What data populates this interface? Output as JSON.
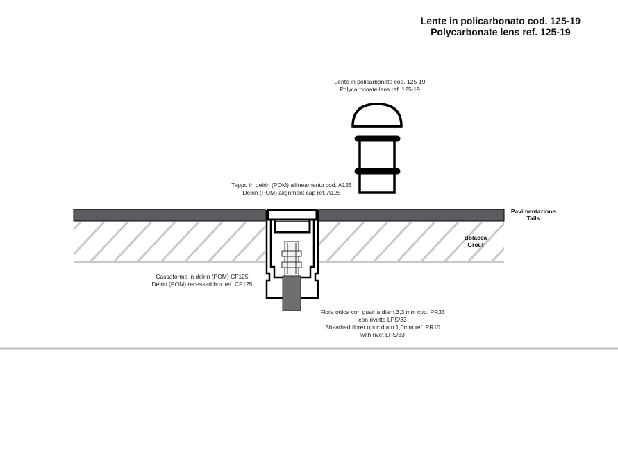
{
  "title": {
    "line1": "Lente in policarbonato cod. 125-19",
    "line2": "Polycarbonate lens ref. 125-19"
  },
  "labels": {
    "lens": {
      "line1": "Lente in policarbonato cod. 125-19",
      "line2": "Polycarbonate lens ref. 125-19"
    },
    "cap": {
      "line1": "Tappo in delrin (POM) allineamento cod. A125",
      "line2": "Delrin (POM) alignment cap ref. A125"
    },
    "paving": {
      "line1": "Pavimentazione",
      "line2": "Tails"
    },
    "grout": {
      "line1": "Bolacca",
      "line2": "Grout"
    },
    "box": {
      "line1": "Cassaforma in delrin (POM) CF125",
      "line2": "Delrin (POM) recessed box ref. CF125"
    },
    "fibre": {
      "line1": "Fibra ottica con guaina diam.3,3 mm  cod. PR33",
      "line2": "con rivetto LPS/33",
      "line3": "Sheathed fibrer optic diam.1,0mm  ref. PR10",
      "line4": "with rivet LPS/33"
    }
  },
  "colors": {
    "paving": "#5a5c61",
    "hatch": "#c8c8c8",
    "outline": "#000000",
    "baseline": "#bdbdbd",
    "fibre": "#6e6e6e"
  }
}
